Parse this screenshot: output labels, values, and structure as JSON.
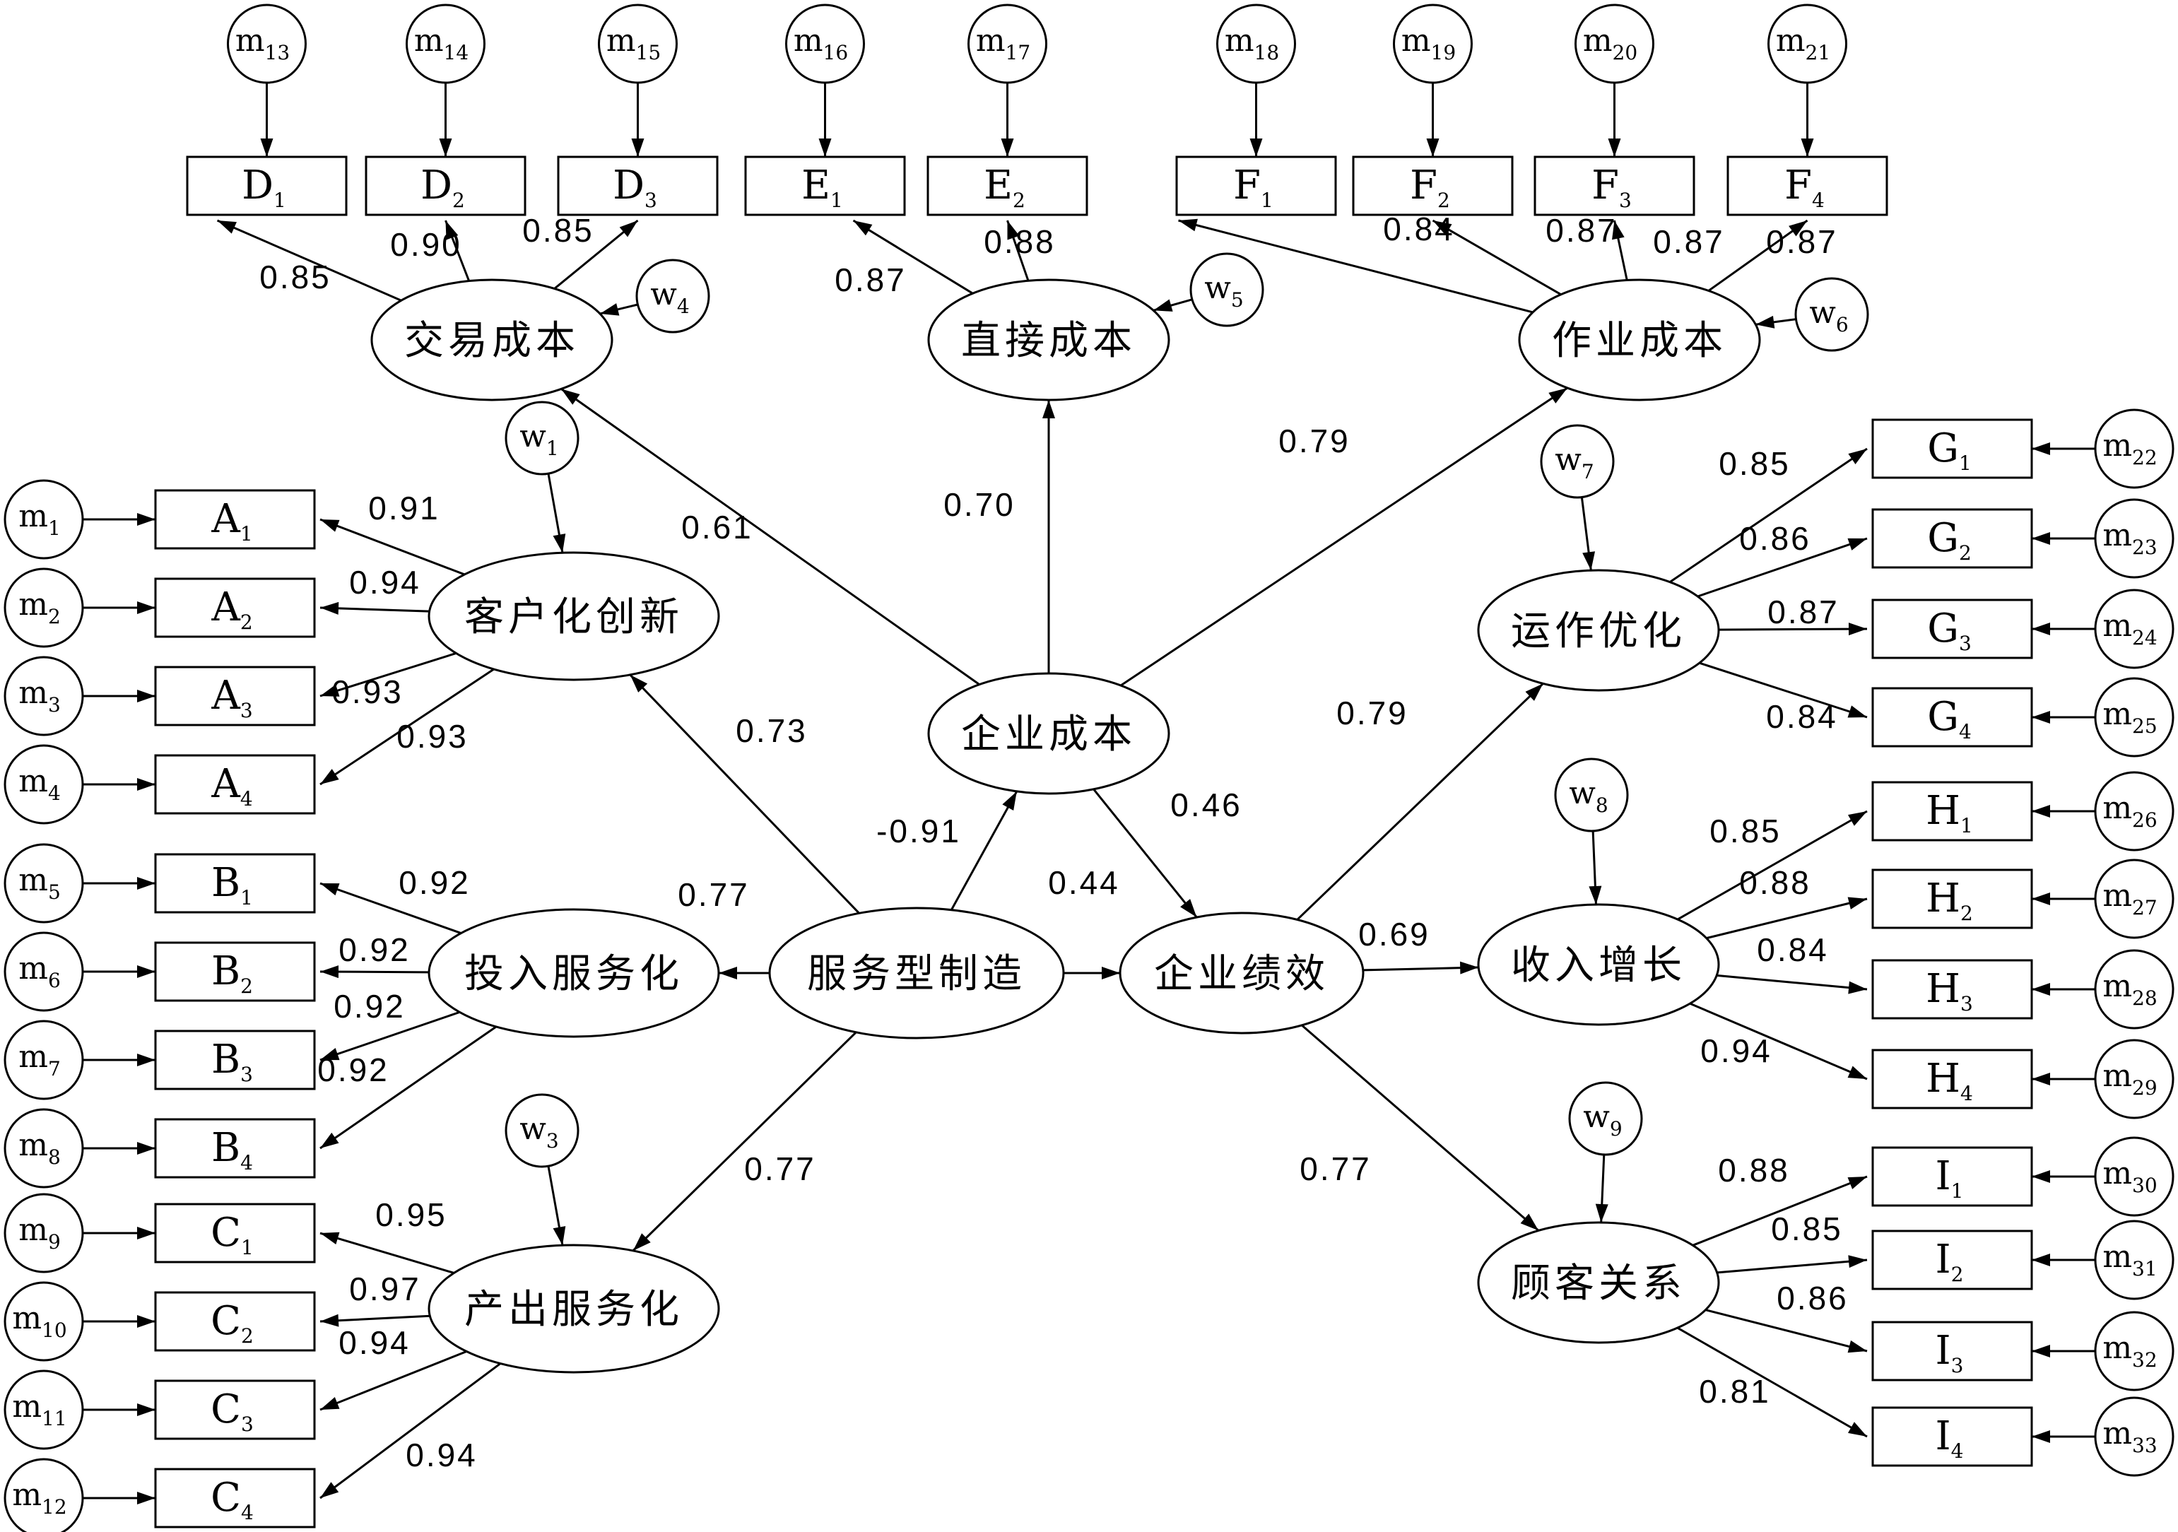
{
  "diagram": {
    "latent_constructs": [
      {
        "id": "fwx",
        "label": "服务型制造"
      },
      {
        "id": "qycb",
        "label": "企业成本"
      },
      {
        "id": "qyjx",
        "label": "企业绩效"
      },
      {
        "id": "khh",
        "label": "客户化创新"
      },
      {
        "id": "trfwh",
        "label": "投入服务化"
      },
      {
        "id": "ccfwh",
        "label": "产出服务化"
      },
      {
        "id": "jycb",
        "label": "交易成本"
      },
      {
        "id": "zjcb",
        "label": "直接成本"
      },
      {
        "id": "zycb",
        "label": "作业成本"
      },
      {
        "id": "yzyh",
        "label": "运作优化"
      },
      {
        "id": "srzz",
        "label": "收入增长"
      },
      {
        "id": "gkgx",
        "label": "顾客关系"
      }
    ],
    "disturbances": [
      {
        "id": "w1",
        "base": "w",
        "sub": "1"
      },
      {
        "id": "w3",
        "base": "w",
        "sub": "3"
      },
      {
        "id": "w4",
        "base": "w",
        "sub": "4"
      },
      {
        "id": "w5",
        "base": "w",
        "sub": "5"
      },
      {
        "id": "w6",
        "base": "w",
        "sub": "6"
      },
      {
        "id": "w7",
        "base": "w",
        "sub": "7"
      },
      {
        "id": "w8",
        "base": "w",
        "sub": "8"
      },
      {
        "id": "w9",
        "base": "w",
        "sub": "9"
      }
    ],
    "indicators": [
      {
        "id": "A1",
        "base": "A",
        "sub": "1",
        "error": "1"
      },
      {
        "id": "A2",
        "base": "A",
        "sub": "2",
        "error": "2"
      },
      {
        "id": "A3",
        "base": "A",
        "sub": "3",
        "error": "3"
      },
      {
        "id": "A4",
        "base": "A",
        "sub": "4",
        "error": "4"
      },
      {
        "id": "B1",
        "base": "B",
        "sub": "1",
        "error": "5"
      },
      {
        "id": "B2",
        "base": "B",
        "sub": "2",
        "error": "6"
      },
      {
        "id": "B3",
        "base": "B",
        "sub": "3",
        "error": "7"
      },
      {
        "id": "B4",
        "base": "B",
        "sub": "4",
        "error": "8"
      },
      {
        "id": "C1",
        "base": "C",
        "sub": "1",
        "error": "9"
      },
      {
        "id": "C2",
        "base": "C",
        "sub": "2",
        "error": "10"
      },
      {
        "id": "C3",
        "base": "C",
        "sub": "3",
        "error": "11"
      },
      {
        "id": "C4",
        "base": "C",
        "sub": "4",
        "error": "12"
      },
      {
        "id": "D1",
        "base": "D",
        "sub": "1",
        "error": "13"
      },
      {
        "id": "D2",
        "base": "D",
        "sub": "2",
        "error": "14"
      },
      {
        "id": "D3",
        "base": "D",
        "sub": "3",
        "error": "15"
      },
      {
        "id": "E1",
        "base": "E",
        "sub": "1",
        "error": "16"
      },
      {
        "id": "E2",
        "base": "E",
        "sub": "2",
        "error": "17"
      },
      {
        "id": "F1",
        "base": "F",
        "sub": "1",
        "error": "18"
      },
      {
        "id": "F2",
        "base": "F",
        "sub": "2",
        "error": "19"
      },
      {
        "id": "F3",
        "base": "F",
        "sub": "3",
        "error": "20"
      },
      {
        "id": "F4",
        "base": "F",
        "sub": "4",
        "error": "21"
      },
      {
        "id": "G1",
        "base": "G",
        "sub": "1",
        "error": "22"
      },
      {
        "id": "G2",
        "base": "G",
        "sub": "2",
        "error": "23"
      },
      {
        "id": "G3",
        "base": "G",
        "sub": "3",
        "error": "24"
      },
      {
        "id": "G4",
        "base": "G",
        "sub": "4",
        "error": "25"
      },
      {
        "id": "H1",
        "base": "H",
        "sub": "1",
        "error": "26"
      },
      {
        "id": "H2",
        "base": "H",
        "sub": "2",
        "error": "27"
      },
      {
        "id": "H3",
        "base": "H",
        "sub": "3",
        "error": "28"
      },
      {
        "id": "H4",
        "base": "H",
        "sub": "4",
        "error": "29"
      },
      {
        "id": "I1",
        "base": "I",
        "sub": "1",
        "error": "30"
      },
      {
        "id": "I2",
        "base": "I",
        "sub": "2",
        "error": "31"
      },
      {
        "id": "I3",
        "base": "I",
        "sub": "3",
        "error": "32"
      },
      {
        "id": "I4",
        "base": "I",
        "sub": "4",
        "error": "33"
      }
    ],
    "error_base": "m",
    "structural_paths": [
      {
        "from": "fwx",
        "to": "khh",
        "coef": "0.73"
      },
      {
        "from": "fwx",
        "to": "trfwh",
        "coef": "0.77"
      },
      {
        "from": "fwx",
        "to": "ccfwh",
        "coef": "0.77"
      },
      {
        "from": "fwx",
        "to": "qycb",
        "coef": "-0.91"
      },
      {
        "from": "fwx",
        "to": "qyjx",
        "coef": "0.44"
      },
      {
        "from": "qycb",
        "to": "qyjx",
        "coef": "0.46"
      },
      {
        "from": "qycb",
        "to": "jycb",
        "coef": "0.61"
      },
      {
        "from": "qycb",
        "to": "zjcb",
        "coef": "0.70"
      },
      {
        "from": "qycb",
        "to": "zycb",
        "coef": "0.79"
      },
      {
        "from": "qyjx",
        "to": "yzyh",
        "coef": "0.79"
      },
      {
        "from": "qyjx",
        "to": "srzz",
        "coef": "0.69"
      },
      {
        "from": "qyjx",
        "to": "gkgx",
        "coef": "0.77"
      }
    ],
    "loadings": [
      {
        "from": "khh",
        "to": "A1",
        "coef": "0.91"
      },
      {
        "from": "khh",
        "to": "A2",
        "coef": "0.94"
      },
      {
        "from": "khh",
        "to": "A3",
        "coef": "0.93"
      },
      {
        "from": "khh",
        "to": "A4",
        "coef": "0.93"
      },
      {
        "from": "trfwh",
        "to": "B1",
        "coef": "0.92"
      },
      {
        "from": "trfwh",
        "to": "B2",
        "coef": "0.92"
      },
      {
        "from": "trfwh",
        "to": "B3",
        "coef": "0.92"
      },
      {
        "from": "trfwh",
        "to": "B4",
        "coef": "0.92"
      },
      {
        "from": "ccfwh",
        "to": "C1",
        "coef": "0.95"
      },
      {
        "from": "ccfwh",
        "to": "C2",
        "coef": "0.97"
      },
      {
        "from": "ccfwh",
        "to": "C3",
        "coef": "0.94"
      },
      {
        "from": "ccfwh",
        "to": "C4",
        "coef": "0.94"
      },
      {
        "from": "jycb",
        "to": "D1",
        "coef": "0.85"
      },
      {
        "from": "jycb",
        "to": "D2",
        "coef": "0.90"
      },
      {
        "from": "jycb",
        "to": "D3",
        "coef": "0.85"
      },
      {
        "from": "zjcb",
        "to": "E1",
        "coef": "0.87"
      },
      {
        "from": "zjcb",
        "to": "E2",
        "coef": "0.88"
      },
      {
        "from": "zycb",
        "to": "F1",
        "coef": "0.84"
      },
      {
        "from": "zycb",
        "to": "F2",
        "coef": "0.87"
      },
      {
        "from": "zycb",
        "to": "F3",
        "coef": "0.87"
      },
      {
        "from": "zycb",
        "to": "F4",
        "coef": "0.87"
      },
      {
        "from": "yzyh",
        "to": "G1",
        "coef": "0.85"
      },
      {
        "from": "yzyh",
        "to": "G2",
        "coef": "0.86"
      },
      {
        "from": "yzyh",
        "to": "G3",
        "coef": "0.87"
      },
      {
        "from": "yzyh",
        "to": "G4",
        "coef": "0.84"
      },
      {
        "from": "srzz",
        "to": "H1",
        "coef": "0.85"
      },
      {
        "from": "srzz",
        "to": "H2",
        "coef": "0.88"
      },
      {
        "from": "srzz",
        "to": "H3",
        "coef": "0.84"
      },
      {
        "from": "srzz",
        "to": "H4",
        "coef": "0.94"
      },
      {
        "from": "gkgx",
        "to": "I1",
        "coef": "0.88"
      },
      {
        "from": "gkgx",
        "to": "I2",
        "coef": "0.85"
      },
      {
        "from": "gkgx",
        "to": "I3",
        "coef": "0.86"
      },
      {
        "from": "gkgx",
        "to": "I4",
        "coef": "0.81"
      }
    ]
  }
}
